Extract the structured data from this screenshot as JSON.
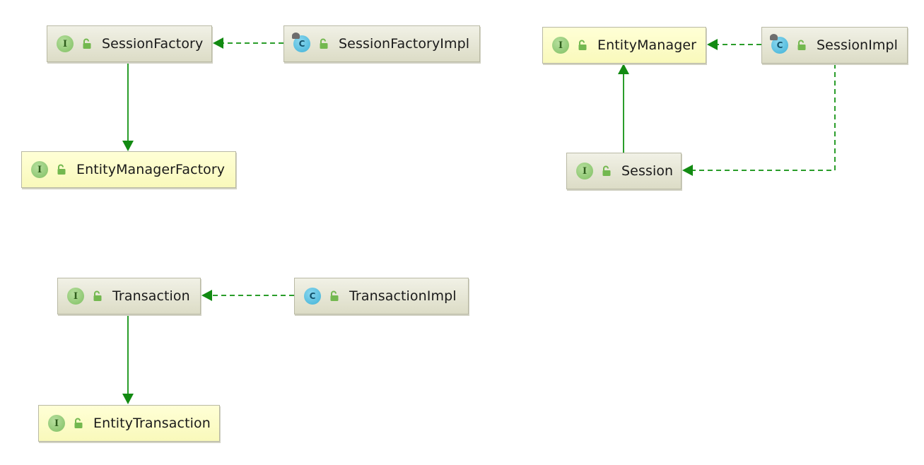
{
  "diagram": {
    "nodes": [
      {
        "id": "SessionFactory",
        "label": "SessionFactory",
        "kind": "I",
        "style": "gray"
      },
      {
        "id": "SessionFactoryImpl",
        "label": "SessionFactoryImpl",
        "kind": "C",
        "abstract": true,
        "style": "gray"
      },
      {
        "id": "EntityManagerFactory",
        "label": "EntityManagerFactory",
        "kind": "I",
        "style": "yellow"
      },
      {
        "id": "EntityManager",
        "label": "EntityManager",
        "kind": "I",
        "style": "yellow"
      },
      {
        "id": "SessionImpl",
        "label": "SessionImpl",
        "kind": "C",
        "abstract": true,
        "style": "gray"
      },
      {
        "id": "Session",
        "label": "Session",
        "kind": "I",
        "style": "gray"
      },
      {
        "id": "Transaction",
        "label": "Transaction",
        "kind": "I",
        "style": "gray"
      },
      {
        "id": "TransactionImpl",
        "label": "TransactionImpl",
        "kind": "C",
        "abstract": false,
        "style": "gray"
      },
      {
        "id": "EntityTransaction",
        "label": "EntityTransaction",
        "kind": "I",
        "style": "yellow"
      }
    ],
    "edges": [
      {
        "from": "SessionFactoryImpl",
        "to": "SessionFactory",
        "type": "implements"
      },
      {
        "from": "SessionFactory",
        "to": "EntityManagerFactory",
        "type": "extends"
      },
      {
        "from": "SessionImpl",
        "to": "EntityManager",
        "type": "implements"
      },
      {
        "from": "SessionImpl",
        "to": "Session",
        "type": "implements"
      },
      {
        "from": "Session",
        "to": "EntityManager",
        "type": "extends"
      },
      {
        "from": "TransactionImpl",
        "to": "Transaction",
        "type": "implements"
      },
      {
        "from": "Transaction",
        "to": "EntityTransaction",
        "type": "extends"
      }
    ],
    "colors": {
      "edge": "#2a9d2a",
      "arrowhead": "#128a12",
      "node_gray": "#e6e6d6",
      "node_yellow": "#fcfcc6",
      "interface_badge": "#8fca6f",
      "class_badge": "#4fbde0",
      "lock": "#73b84f"
    },
    "icons": {
      "interface": "interface-icon",
      "class": "class-icon",
      "visibility": "public-lock-icon"
    }
  }
}
